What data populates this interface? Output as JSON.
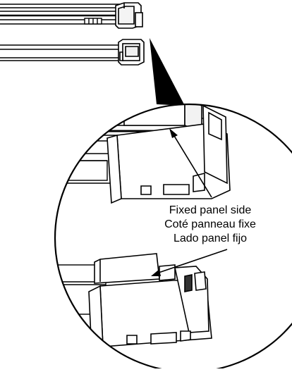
{
  "callout": {
    "line1": "Fixed panel side",
    "line2": "Coté panneau fixe",
    "line3": "Lado panel fijo"
  }
}
